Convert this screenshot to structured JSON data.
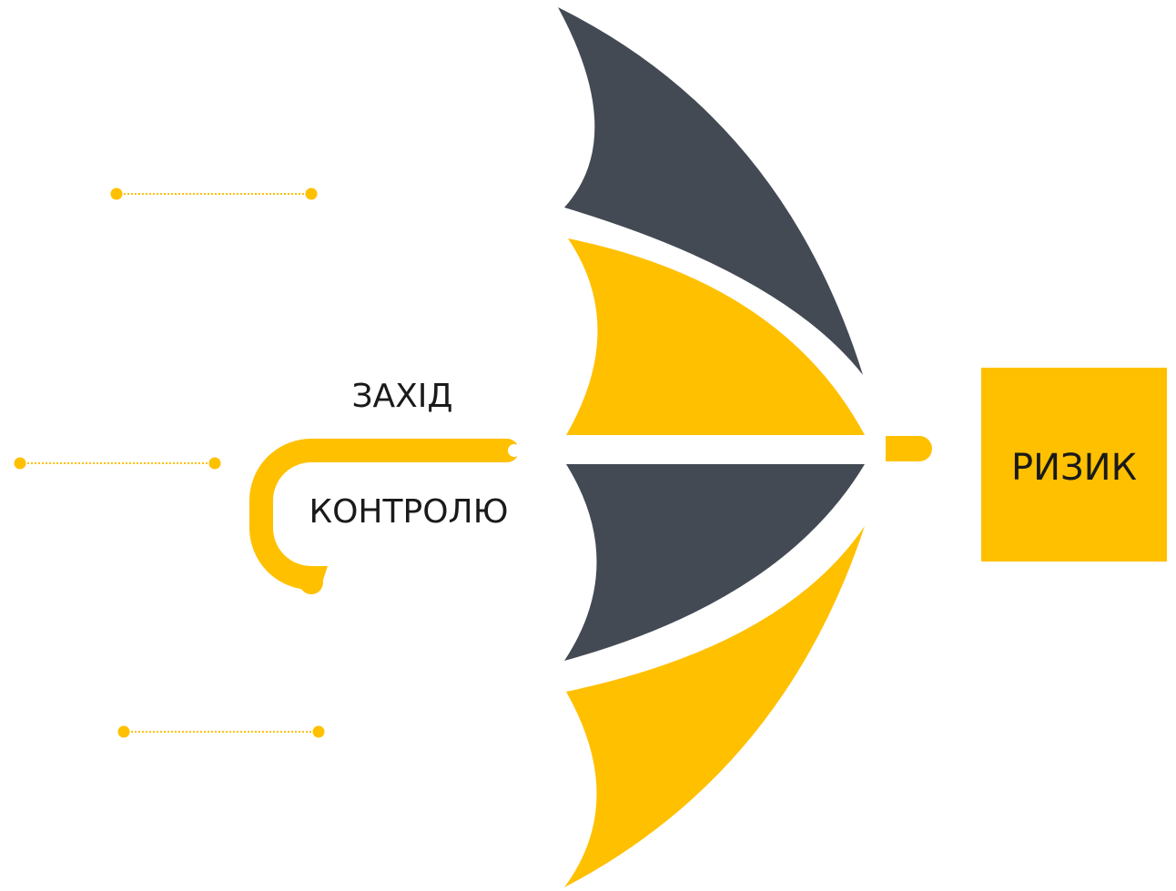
{
  "diagram": {
    "umbrella_label_line1": "ЗАХІД",
    "umbrella_label_line2": "КОНТРОЛЮ",
    "risk_label": "РИЗИК",
    "colors": {
      "accent": "#FFC000",
      "dark": "#434A54",
      "background": "#FFFFFF",
      "text": "#1A1A1A"
    },
    "icons": [
      "umbrella-icon"
    ]
  }
}
